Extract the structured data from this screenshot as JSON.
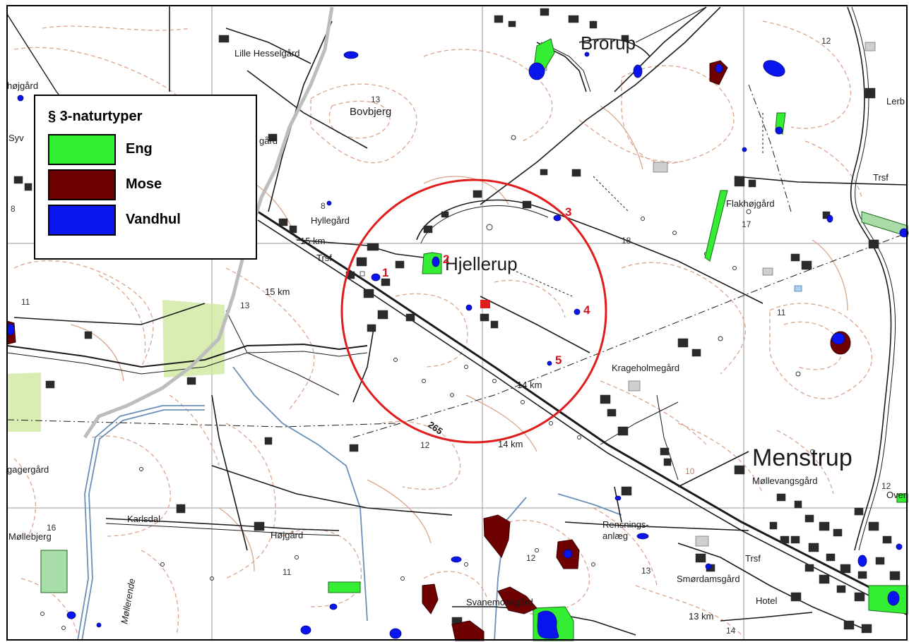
{
  "legend": {
    "title": "§ 3-naturtyper",
    "items": [
      {
        "label": "Eng",
        "color": "#33ee33"
      },
      {
        "label": "Mose",
        "color": "#6e0000"
      },
      {
        "label": "Vandhul",
        "color": "#0a14ee"
      }
    ]
  },
  "colors": {
    "contour": "#d9a58c",
    "road": "#000000",
    "grid": "#9a9a9a",
    "buffer_circle": "#e01c1c",
    "water_course": "#6a8fb8",
    "dotted_area": "#cfe8a0"
  },
  "places": {
    "brorup": "Brorup",
    "lille_hesselgard": "Lille Hesselgård",
    "bovbjerg": "Bovbjerg",
    "hojgard_nw": "højgård",
    "syv": "Syv",
    "gard_w": "gård",
    "lerb": "Lerb",
    "flakhojgard": "Flakhøjgård",
    "trsf_ne": "Trsf",
    "hyllegard": "Hyllegård",
    "hellerup": "Hjellerup",
    "trsf_village": "Trsf",
    "km15_a": "15 km",
    "km15_b": "15 km",
    "krageholmegard": "Krageholmegård",
    "km14_a": "14 km",
    "km14_b": "14 km",
    "road_265": "265",
    "menstrup": "Menstrup",
    "mollevangsgard": "Møllevangsgård",
    "gagergard": "gagergård",
    "mollebjerg": "Møllebjerg",
    "karlsdal": "Karlsdal",
    "hojgard_s": "Højgård",
    "mollerende": "Møllerende",
    "rensningsanlaeg_1": "Rensnings-",
    "rensningsanlaeg_2": "anlæg",
    "svanemosegard": "Svanemosegård",
    "trsf_se": "Trsf",
    "smordamsgard": "Smørdamsgård",
    "hotel": "Hotel",
    "km13": "13 km",
    "over": "Over"
  },
  "elevations": {
    "e12_ne": "12",
    "e13_bov": "13",
    "e8_a": "8",
    "e8_b": "8",
    "e18": "18",
    "e17": "17",
    "e11_w": "11",
    "e13_w": "13",
    "e11_e": "11",
    "e12_c": "12",
    "e16": "16",
    "e11_s": "11",
    "e12_s": "12",
    "e13_se": "13",
    "e14_se": "14",
    "e12_e": "12",
    "e10": "10"
  },
  "markers": [
    "1",
    "2",
    "3",
    "4",
    "5"
  ]
}
